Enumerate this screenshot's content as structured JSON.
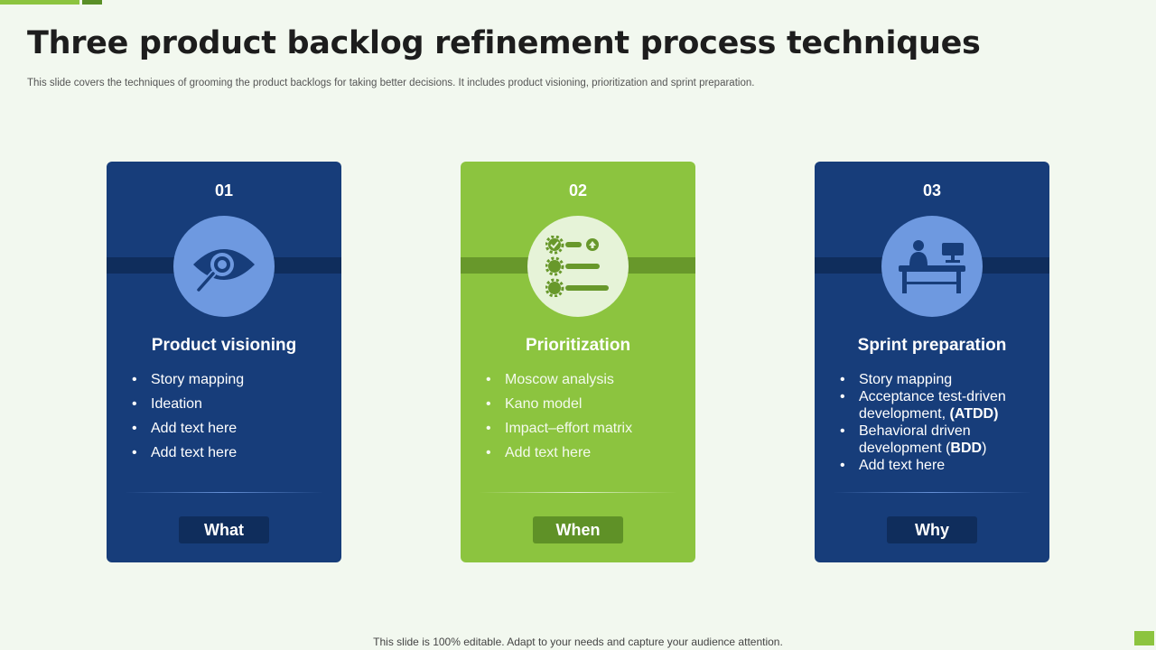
{
  "title": "Three product backlog refinement process techniques",
  "subtitle": "This slide covers the techniques of grooming the product backlogs for taking better decisions. It includes product visioning, prioritization and sprint preparation.",
  "footer": "This slide is 100% editable. Adapt to your needs and capture your audience attention.",
  "bullet_glyph": "•",
  "colors": {
    "blue": "#173d7a",
    "green": "#8cc43f",
    "dark_blue": "#0f2d5c",
    "dark_green": "#5f9127"
  },
  "cards": [
    {
      "number": "01",
      "icon": "eye-magnifier-icon",
      "heading": "Product visioning",
      "bullets": [
        "Story mapping",
        "Ideation",
        "Add text here",
        "Add text here"
      ],
      "label": "What"
    },
    {
      "number": "02",
      "icon": "priority-checklist-icon",
      "heading": "Prioritization",
      "bullets": [
        "Moscow analysis",
        "Kano model",
        "Impact–effort matrix",
        "Add text here"
      ],
      "label": "When"
    },
    {
      "number": "03",
      "icon": "person-at-desk-icon",
      "heading": "Sprint preparation",
      "bullets": [
        "Story mapping",
        {
          "text": "Acceptance test-driven development, ",
          "bold": "(ATDD)",
          "after": ""
        },
        {
          "text": "Behavioral driven development (",
          "bold": "BDD",
          "after": ")"
        },
        "Add text here"
      ],
      "label": "Why"
    }
  ]
}
